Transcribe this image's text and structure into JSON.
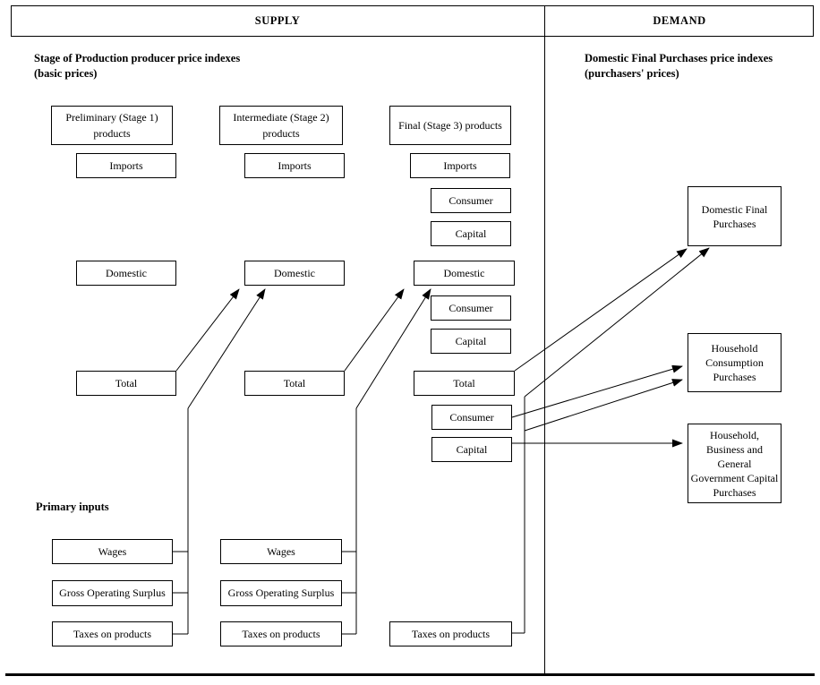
{
  "title_bar": {
    "supply": "SUPPLY",
    "demand": "DEMAND"
  },
  "headings": {
    "supply_line1": "Stage of Production producer price indexes",
    "supply_line2": "(basic prices)",
    "demand_line1": "Domestic Final Purchases price indexes",
    "demand_line2": "(purchasers' prices)",
    "primary_inputs": "Primary inputs"
  },
  "stage1": {
    "title": "Preliminary (Stage 1) products",
    "imports": "Imports",
    "domestic": "Domestic",
    "total": "Total",
    "wages": "Wages",
    "gross_operating_surplus": "Gross Operating Surplus",
    "taxes_on_products": "Taxes on products"
  },
  "stage2": {
    "title": "Intermediate (Stage 2) products",
    "imports": "Imports",
    "domestic": "Domestic",
    "total": "Total",
    "wages": "Wages",
    "gross_operating_surplus": "Gross Operating Surplus",
    "taxes_on_products": "Taxes on products"
  },
  "stage3": {
    "title": "Final (Stage 3) products",
    "imports": "Imports",
    "imports_consumer": "Consumer",
    "imports_capital": "Capital",
    "domestic": "Domestic",
    "domestic_consumer": "Consumer",
    "domestic_capital": "Capital",
    "total": "Total",
    "total_consumer": "Consumer",
    "total_capital": "Capital",
    "taxes_on_products": "Taxes on products"
  },
  "demand_boxes": {
    "domestic_final_purchases": "Domestic Final Purchases",
    "household_consumption_purchases": "Household Consumption Purchases",
    "household_business_government_capital_purchases": "Household, Business and General Government Capital Purchases"
  },
  "colors": {
    "ink": "#000000",
    "background": "#ffffff"
  }
}
